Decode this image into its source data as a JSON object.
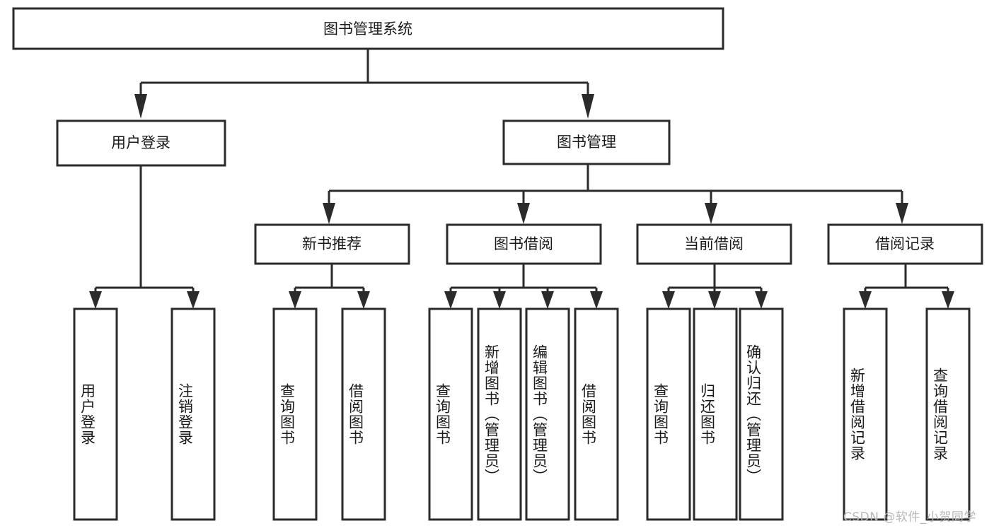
{
  "diagram": {
    "type": "tree-hierarchy",
    "title": "图书管理系统",
    "orientation": "top-down",
    "colors": {
      "stroke": "#2b2b2b",
      "fill": "#ffffff",
      "text": "#1a1a1a",
      "watermark": "#b8b8b8",
      "background": "#ffffff"
    },
    "levels": [
      {
        "level": 0,
        "nodes": [
          {
            "id": "root",
            "label": "图书管理系统",
            "orientation": "horizontal"
          }
        ]
      },
      {
        "level": 1,
        "nodes": [
          {
            "id": "user-login",
            "label": "用户登录",
            "orientation": "horizontal",
            "parent": "root"
          },
          {
            "id": "book-manage",
            "label": "图书管理",
            "orientation": "horizontal",
            "parent": "root"
          }
        ]
      },
      {
        "level": 2,
        "nodes": [
          {
            "id": "new-book-rec",
            "label": "新书推荐",
            "orientation": "horizontal",
            "parent": "book-manage"
          },
          {
            "id": "book-borrow",
            "label": "图书借阅",
            "orientation": "horizontal",
            "parent": "book-manage"
          },
          {
            "id": "current-borrow",
            "label": "当前借阅",
            "orientation": "horizontal",
            "parent": "book-manage"
          },
          {
            "id": "borrow-record",
            "label": "借阅记录",
            "orientation": "horizontal",
            "parent": "book-manage"
          }
        ]
      },
      {
        "level": 3,
        "nodes": [
          {
            "id": "leaf-user-login",
            "label": "用户登录",
            "orientation": "vertical",
            "parent": "user-login"
          },
          {
            "id": "leaf-user-logout",
            "label": "注销登录",
            "orientation": "vertical",
            "parent": "user-login"
          },
          {
            "id": "leaf-query-book-1",
            "label": "查询图书",
            "orientation": "vertical",
            "parent": "new-book-rec"
          },
          {
            "id": "leaf-borrow-book-1",
            "label": "借阅图书",
            "orientation": "vertical",
            "parent": "new-book-rec"
          },
          {
            "id": "leaf-query-book-2",
            "label": "查询图书",
            "orientation": "vertical",
            "parent": "book-borrow"
          },
          {
            "id": "leaf-add-book",
            "label": "新增图书（管理员）",
            "orientation": "vertical",
            "parent": "book-borrow"
          },
          {
            "id": "leaf-edit-book",
            "label": "编辑图书（管理员）",
            "orientation": "vertical",
            "parent": "book-borrow"
          },
          {
            "id": "leaf-borrow-book-2",
            "label": "借阅图书",
            "orientation": "vertical",
            "parent": "book-borrow"
          },
          {
            "id": "leaf-query-book-3",
            "label": "查询图书",
            "orientation": "vertical",
            "parent": "current-borrow"
          },
          {
            "id": "leaf-return-book",
            "label": "归还图书",
            "orientation": "vertical",
            "parent": "current-borrow"
          },
          {
            "id": "leaf-confirm-return",
            "label": "确认归还（管理员）",
            "orientation": "vertical",
            "parent": "current-borrow"
          },
          {
            "id": "leaf-add-record",
            "label": "新增借阅记录",
            "orientation": "vertical",
            "parent": "borrow-record"
          },
          {
            "id": "leaf-query-record",
            "label": "查询借阅记录",
            "orientation": "vertical",
            "parent": "borrow-record"
          }
        ]
      }
    ],
    "watermark": "CSDN @软件_小贺同学"
  }
}
